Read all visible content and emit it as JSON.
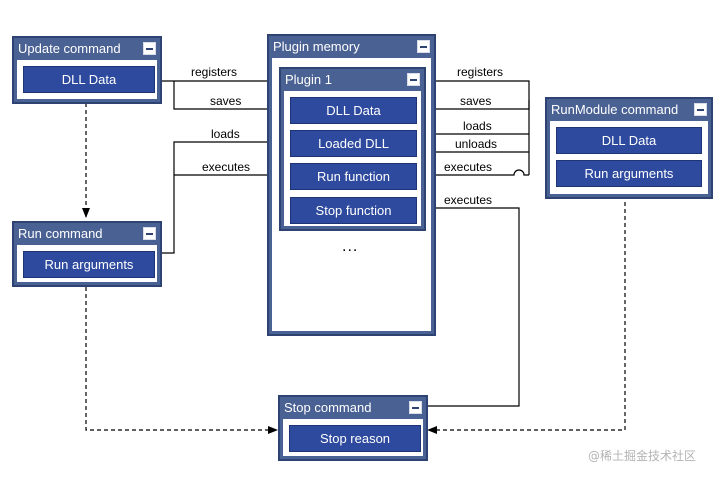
{
  "update_command": {
    "title": "Update command",
    "field_dll_data": "DLL Data"
  },
  "run_command": {
    "title": "Run command",
    "field_run_arguments": "Run arguments"
  },
  "plugin_memory": {
    "title": "Plugin memory",
    "plugin": {
      "title": "Plugin 1",
      "fields": [
        "DLL Data",
        "Loaded DLL",
        "Run function",
        "Stop function"
      ]
    },
    "more": "..."
  },
  "runmodule_command": {
    "title": "RunModule command",
    "field_dll_data": "DLL Data",
    "field_run_arguments": "Run arguments"
  },
  "stop_command": {
    "title": "Stop command",
    "field_stop_reason": "Stop reason"
  },
  "edge_labels": {
    "update_registers": "registers",
    "update_saves": "saves",
    "run_loads": "loads",
    "run_executes": "executes",
    "runmodule_registers": "registers",
    "runmodule_saves": "saves",
    "runmodule_loads": "loads",
    "runmodule_unloads": "unloads",
    "runmodule_executes": "executes",
    "stop_executes": "executes"
  },
  "watermark": "@稀土掘金技术社区"
}
